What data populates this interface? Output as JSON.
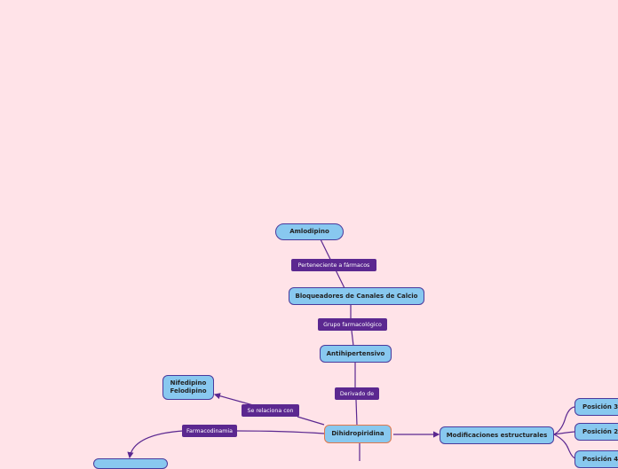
{
  "theme": {
    "background": "#ffe3e8",
    "node_fill": "#88c8ef",
    "node_border": "#4a3a9c",
    "central_border": "#e0784c",
    "link_color": "#5b2890"
  },
  "nodes": {
    "amlodipino": "Amlodipino",
    "bloqueadores": "Bloqueadores de Canales de Calcio",
    "antihipertensivo": "Antihipertensivo",
    "dihidropiridina": "Dihidropiridina",
    "nifedipino_felodipino": "Nifedipino\nFelodipino",
    "modificaciones": "Modificaciones estructurales",
    "posicion3": "Posición 3",
    "posicion2": "Posición 2",
    "posicion4": "Posición 4"
  },
  "links": {
    "perteneciente": "Perteneciente a fármacos",
    "grupo": "Grupo farmacológico",
    "derivado": "Derivado de",
    "relaciona": "Se relaciona con",
    "farmacodinamia": "Farmacodinamia"
  }
}
